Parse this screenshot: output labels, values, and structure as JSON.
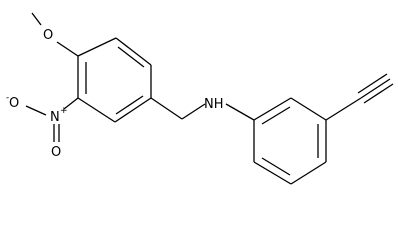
{
  "molecule": {
    "atoms": {
      "methoxy_oxygen": "O",
      "nitro_nitrogen": "N",
      "nitro_nitrogen_charge": "+",
      "nitro_oxygen": "O",
      "nitro_oxygen_charge": "-",
      "nitro_oxygen_double": "O",
      "amine": "NH"
    }
  },
  "colors": {
    "line": "#000000",
    "background": "#ffffff"
  }
}
